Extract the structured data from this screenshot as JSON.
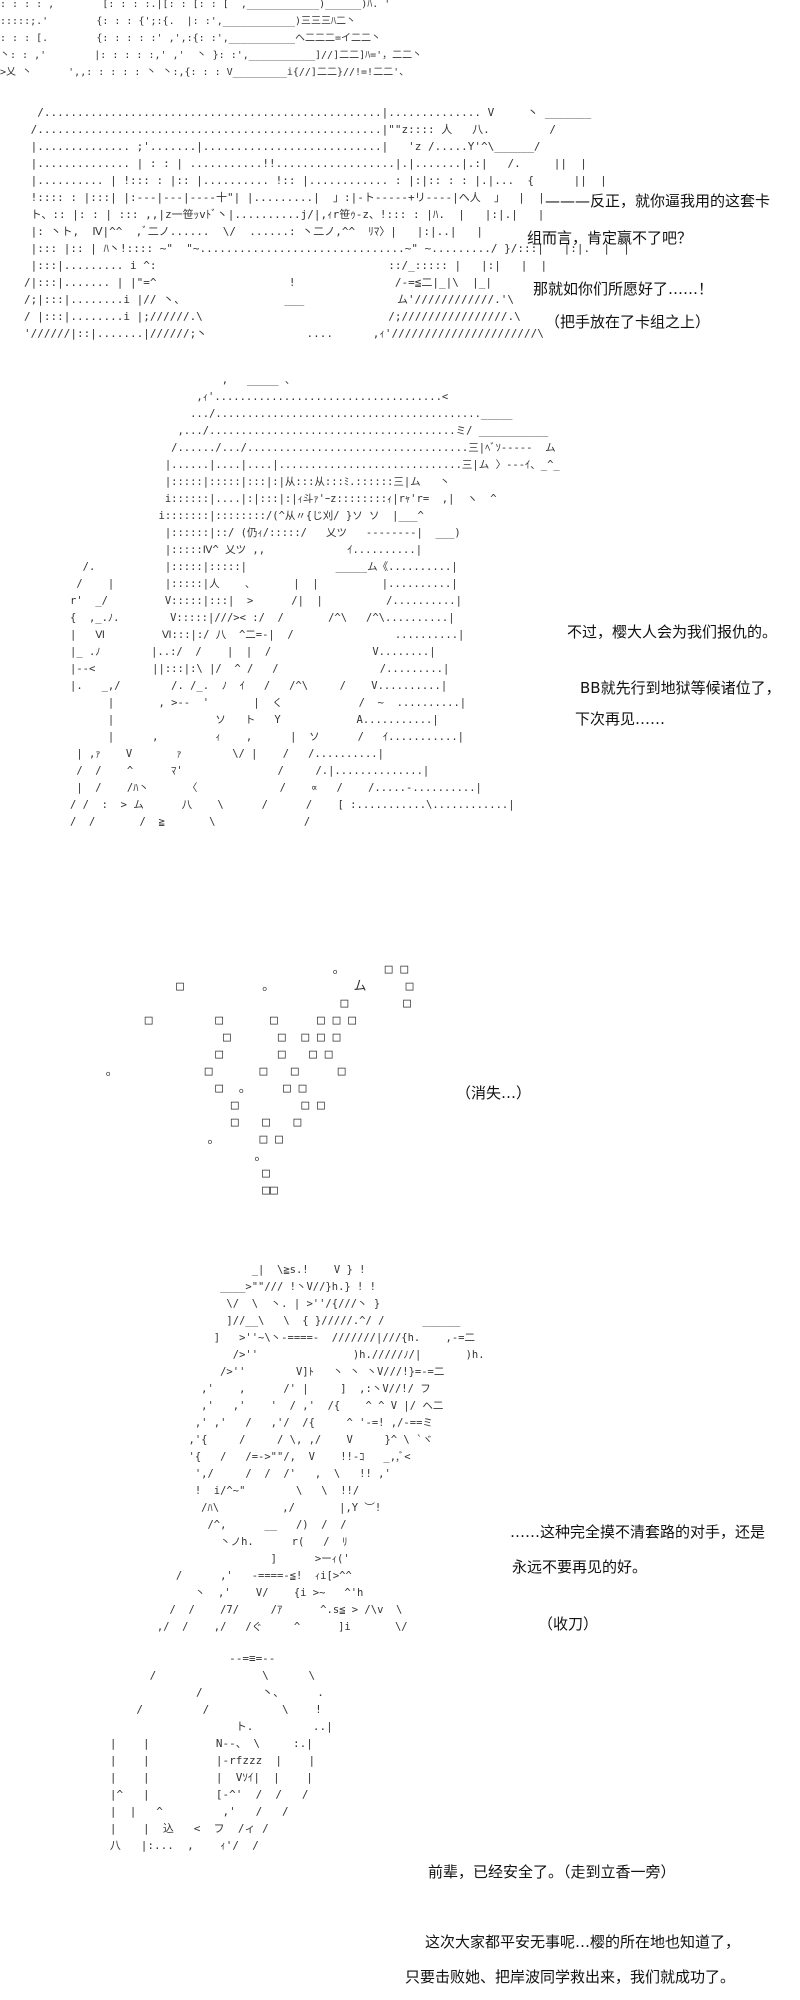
{
  "panels": [
    {
      "art": [
        ": : : : ,        [: : : :.|[: : [: : [  ,____________)______)ﾊ. '",
        ":::::;.'        {: : : {';:{.  |: :',____________)三三三ﾊ二丶",
        ": : : [.        {: : : : :' ,',:{: :',___________ヘ二二二=イ二二丶",
        "丶: : ,'        |: : : : :,' ,'  丶 }: :',___________]//]二二]ﾊ='，二二丶",
        ">乂 丶      ',,: : : : : 丶 丶:,{: : : V_________i{//]二二}//!=!二二'、"
      ],
      "dialogue": []
    },
    {
      "art": [
        "  /...................................................|.............. V     丶 _______",
        " /....................................................|\"\"z:::: 人   八.         /",
        " |.............. ;'.......|...........................|   'z /.....Y'^\\______/",
        " |.............. | : : | ...........!!..................|.|.......|.:|   /.     ||  |",
        " |.......... | !::: : |:: |.......... !:: |............ : |:|:: : : |.|...  {      ||  |",
        " !:::: : |:::| |:---|---|----十\"| |.........|  」:|-ト-----+リ----|ヘ人  」  |  |",
        " ト、:: |: : | ::: ,,|z一笹ｯvﾄﾞ丶|..........j/|,ｨr笹ｩ-z、!::: : |ﾊ.  |   |:|.|   |",
        " |: 丶ト,  Ⅳ|^^  ,ﾞ二ノ......  \\/  ......: 丶二ノ,^^  ﾘﾏ〉|   |:|..|   |",
        " |::: |:: | ﾊ丶!:::: ~\"  \"~...............................~\" ~........./ }/:::|   |:|.  |  |",
        " |:::|......... i ^:                                   ::/_::::: |   |:|   |  |",
        "/|:::|....... | |\"=^                    !               /-=≦二|_|\\  |_|",
        "/;|:::|........i |// 丶、               ___              ム'////////////.'\\",
        "/ |:::|........i |;//////.\\                            /;////////////////.\\",
        "'//////|::|.......|//////;丶               ....      ,ｨ'//////////////////////\\"
      ],
      "dialogue": [
        "———反正，就你逼我用的这套卡",
        "组而言，肯定赢不了吧？",
        "那就如你们所愿好了……！",
        "（把手放在了卡组之上）"
      ]
    },
    {
      "art": [
        "                        ,   _____ 、",
        "                    ,ｨ'....................................<",
        "                   .../.........................................._____",
        "                 ,.../.......................................ミ/ ___________",
        "                /....../.../...................................三|ﾍﾞｿ-----  ム",
        "               |......|....|....|.............................三|ム 〉---ｲ、_^_",
        "               |:::::|:::::|:::|:|从:::从:::ﾐ.::::::三|ム   丶",
        "               i::::::|....|:|:::|:|ｨ斗ｧ'ｰz::::::::ｨ|rｬ'r=  ,|  ヽ  ^",
        "              i:::::::|::::::::/(^从〃{じ刈/ }ソ ソ  |___^",
        "               |::::::|::/ (仍ｨ/:::::/   乂ツ   --------|  ___)",
        "               |:::::Ⅳ^ 乂ツ ,,             ｲ..........|",
        "  /.           |:::::|:::::|              _____ム《..........|",
        " /    |        |:::::|人    、      |  |          |..........|",
        "r'  _/         V:::::|:::|  >      /|  |          /..........|",
        "{  ,_.ﾉ.        V:::::|///>< :/  /       /^\\   /^\\..........|",
        "|   Ⅵ         Ⅵ:::|:/ 八  ^二=-|  /                ..........|",
        "|_ .ﾉ        |..:/  /    |  |  /                V........|",
        "|--<         ||:::|:\\ |/  ^ /   /                /.........|",
        "|.   _,/        /. /_.  ﾉ  ｲ   /   /^\\     /    V..........|",
        "      |       , >--  '       |  く            /  ~  ..........|",
        "      |                ソ   ト   Y            A...........|",
        "      |      ,         ｨ    ,      |  ソ      /   ｲ...........|",
        " | ,ｧ    V       ｧ        \\/ |    /   /..........|",
        " /  /    ^      ﾏ'               /     /.|..............|",
        " |  /    /ﾊ丶      〈             /    ∝   /    /.....-..........|",
        "/ /  :  > ム      八    \\      /      /    [ :...........\\............|",
        "/  /       /  ≧       \\              /"
      ],
      "dialogue": [
        "不过，樱大人会为我们报仇的。",
        "BB就先行到地狱等候诸位了，",
        "下次再见……"
      ]
    },
    {
      "art": [
        "                               。     □ □",
        "           □          。          ム     □",
        "                                □       □",
        "       □        □      □     □ □ □",
        "                 □      □  □ □ □",
        "                □       □   □ □",
        "  。           □      □   □     □",
        "                □  。    □ □",
        "                  □        □ □",
        "                  □   □   □",
        "               。     □ □",
        "                     。",
        "                      □",
        "                      □□"
      ],
      "dialogue": [
        "（消失…）"
      ]
    },
    {
      "art": [
        "                        _|  \\≧s.!    V } !",
        "                   ____>\"\"/// !丶V//}h.} ! !",
        "                    \\/  \\  丶. | >''/{///丶 }",
        "                    ]//__\\   \\  { }/////.^/ /      ______",
        "                  ]   >''~\\丶-====-  ///////|///{h.    ,-=二",
        "                     />''               )h./////ﾉ/|       )h.",
        "                   />''        V]ﾄ   丶 丶 丶V///!}=-=二",
        "                ,'    ,      /' |     ]  ,:丶V//!/ フ",
        "                ,'   ,'    '  / ,'  /{    ^ ^ V |/ ヘ二",
        "               ,' ,'   /   ,'/  /{     ^ '-=! ,/-==ミ",
        "              ,'{     /     / \\, ,/    V     }^ \\ `ヾ",
        "              '{   /   /=->\"\"/,  V    !!-ｺ   _,,ﾞ<",
        "               ',/     /  /  /'   ,  \\   !! ,'",
        "               !  i/^~\"        \\   \\  !!/",
        "                /ﾊ\\          ,/       |,Y ︶!",
        "                 /^,      __   /)  /  /",
        "                   丶ノh.      r(   /  ﾘ",
        "                           ]      >ーｨ('",
        "            /      ,'   -====-≦!  ｨi[>^^",
        "               丶  ,'    V/    {i >~   ^'h",
        "           /  /    /7/     /ｱ      ^.s≦ > /\\v  \\",
        "         ,/  /    ,/   /ぐ     ^      ]i       \\/"
      ],
      "dialogue": [
        "……这种完全摸不清套路的对手，还是",
        "永远不要再见的好。",
        "（收刀）"
      ]
    },
    {
      "art": [
        "                     --=≡=--",
        "         /                \\      \\",
        "                /         丶、     .",
        "       /         /           \\    !",
        "                      ト.         ..|",
        "   |    |          N--、 \\     :.|",
        "   |    |          |-rfzzz  |    |",
        "   |    |          |  Vｿｲ|  |    |",
        "   |^   |          [-^'  /  /   /",
        "   |  |   ^         ,'   /   /",
        "   |    |  込   <  フ  /ィ /",
        "   八   |:...  ,    ｨ'/  /"
      ],
      "dialogue": [
        "前辈，已经安全了。（走到立香一旁）",
        "这次大家都平安无事呢…樱的所在地也知道了，",
        "只要击败她、把岸波同学救出来，我们就成功了。"
      ]
    }
  ]
}
